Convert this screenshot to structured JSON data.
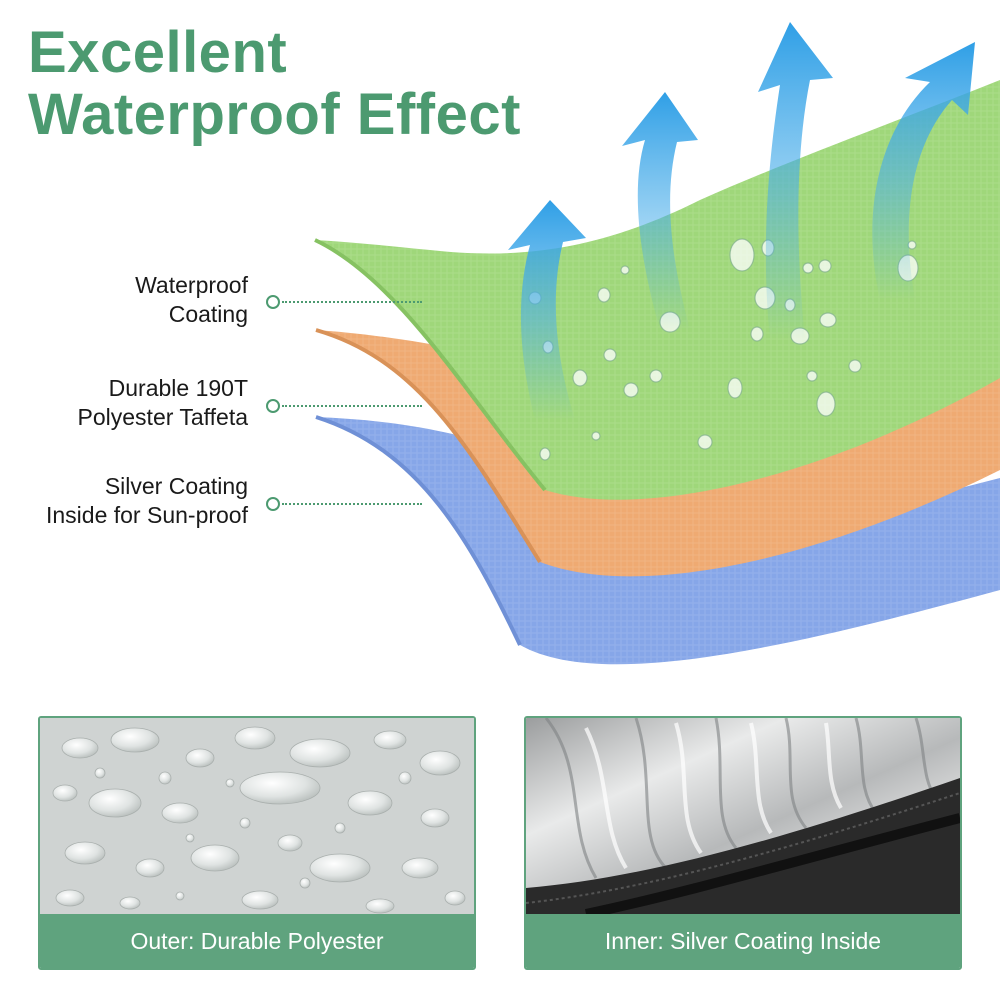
{
  "title": {
    "line1": "Excellent",
    "line2": "Waterproof Effect"
  },
  "labels": [
    {
      "line1": "Waterproof",
      "line2": "Coating"
    },
    {
      "line1": "Durable 190T",
      "line2": "Polyester Taffeta"
    },
    {
      "line1": "Silver Coating",
      "line2": "Inside for Sun-proof"
    }
  ],
  "panels": [
    {
      "caption": "Outer: Durable Polyester"
    },
    {
      "caption": "Inner: Silver Coating Inside"
    }
  ],
  "colors": {
    "accent_green": "#4c9a70",
    "layer_green": "#9fd77a",
    "layer_orange": "#efaa72",
    "layer_blue": "#86a6e8",
    "arrow_blue": "#4aaeea"
  }
}
